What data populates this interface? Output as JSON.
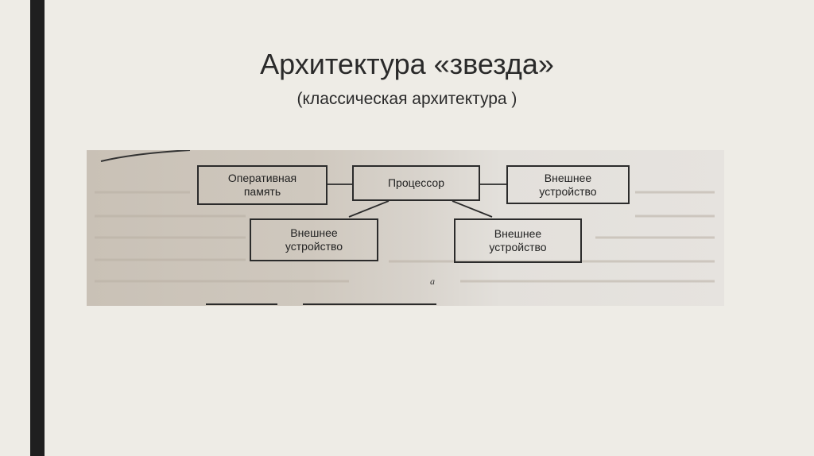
{
  "slide": {
    "title": "Архитектура «звезда»",
    "subtitle": "(классическая архитектура )"
  },
  "diagram": {
    "nodes": {
      "ram": "Оперативная\nпамять",
      "processor": "Процессор",
      "ext_right": "Внешнее\nустройство",
      "ext_bottom_left": "Внешнее\nустройство",
      "ext_bottom_right": "Внешнее\nустройство"
    },
    "caption": "a"
  }
}
